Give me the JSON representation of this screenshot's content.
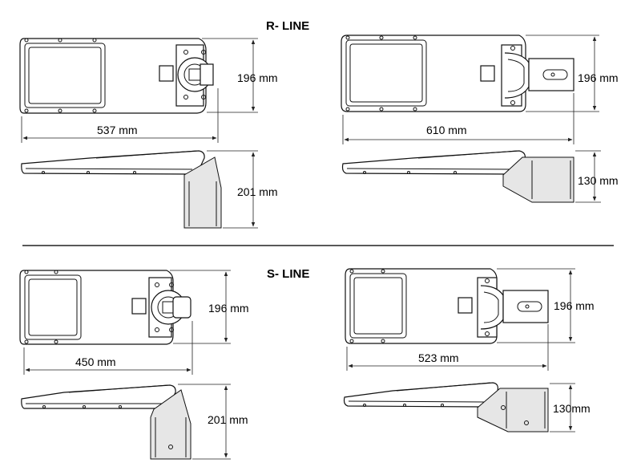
{
  "sections": {
    "r_line": {
      "title": "R- LINE",
      "left_top_height": "196 mm",
      "left_top_length": "537 mm",
      "left_side_height": "201 mm",
      "right_top_height": "196  mm",
      "right_top_length": "610 mm",
      "right_side_height": "130 mm"
    },
    "s_line": {
      "title": "S- LINE",
      "left_top_height": "196 mm",
      "left_top_length": "450 mm",
      "left_side_height": "201 mm",
      "right_top_height": "196 mm",
      "right_top_length": "523 mm",
      "right_side_height": "130mm"
    }
  }
}
